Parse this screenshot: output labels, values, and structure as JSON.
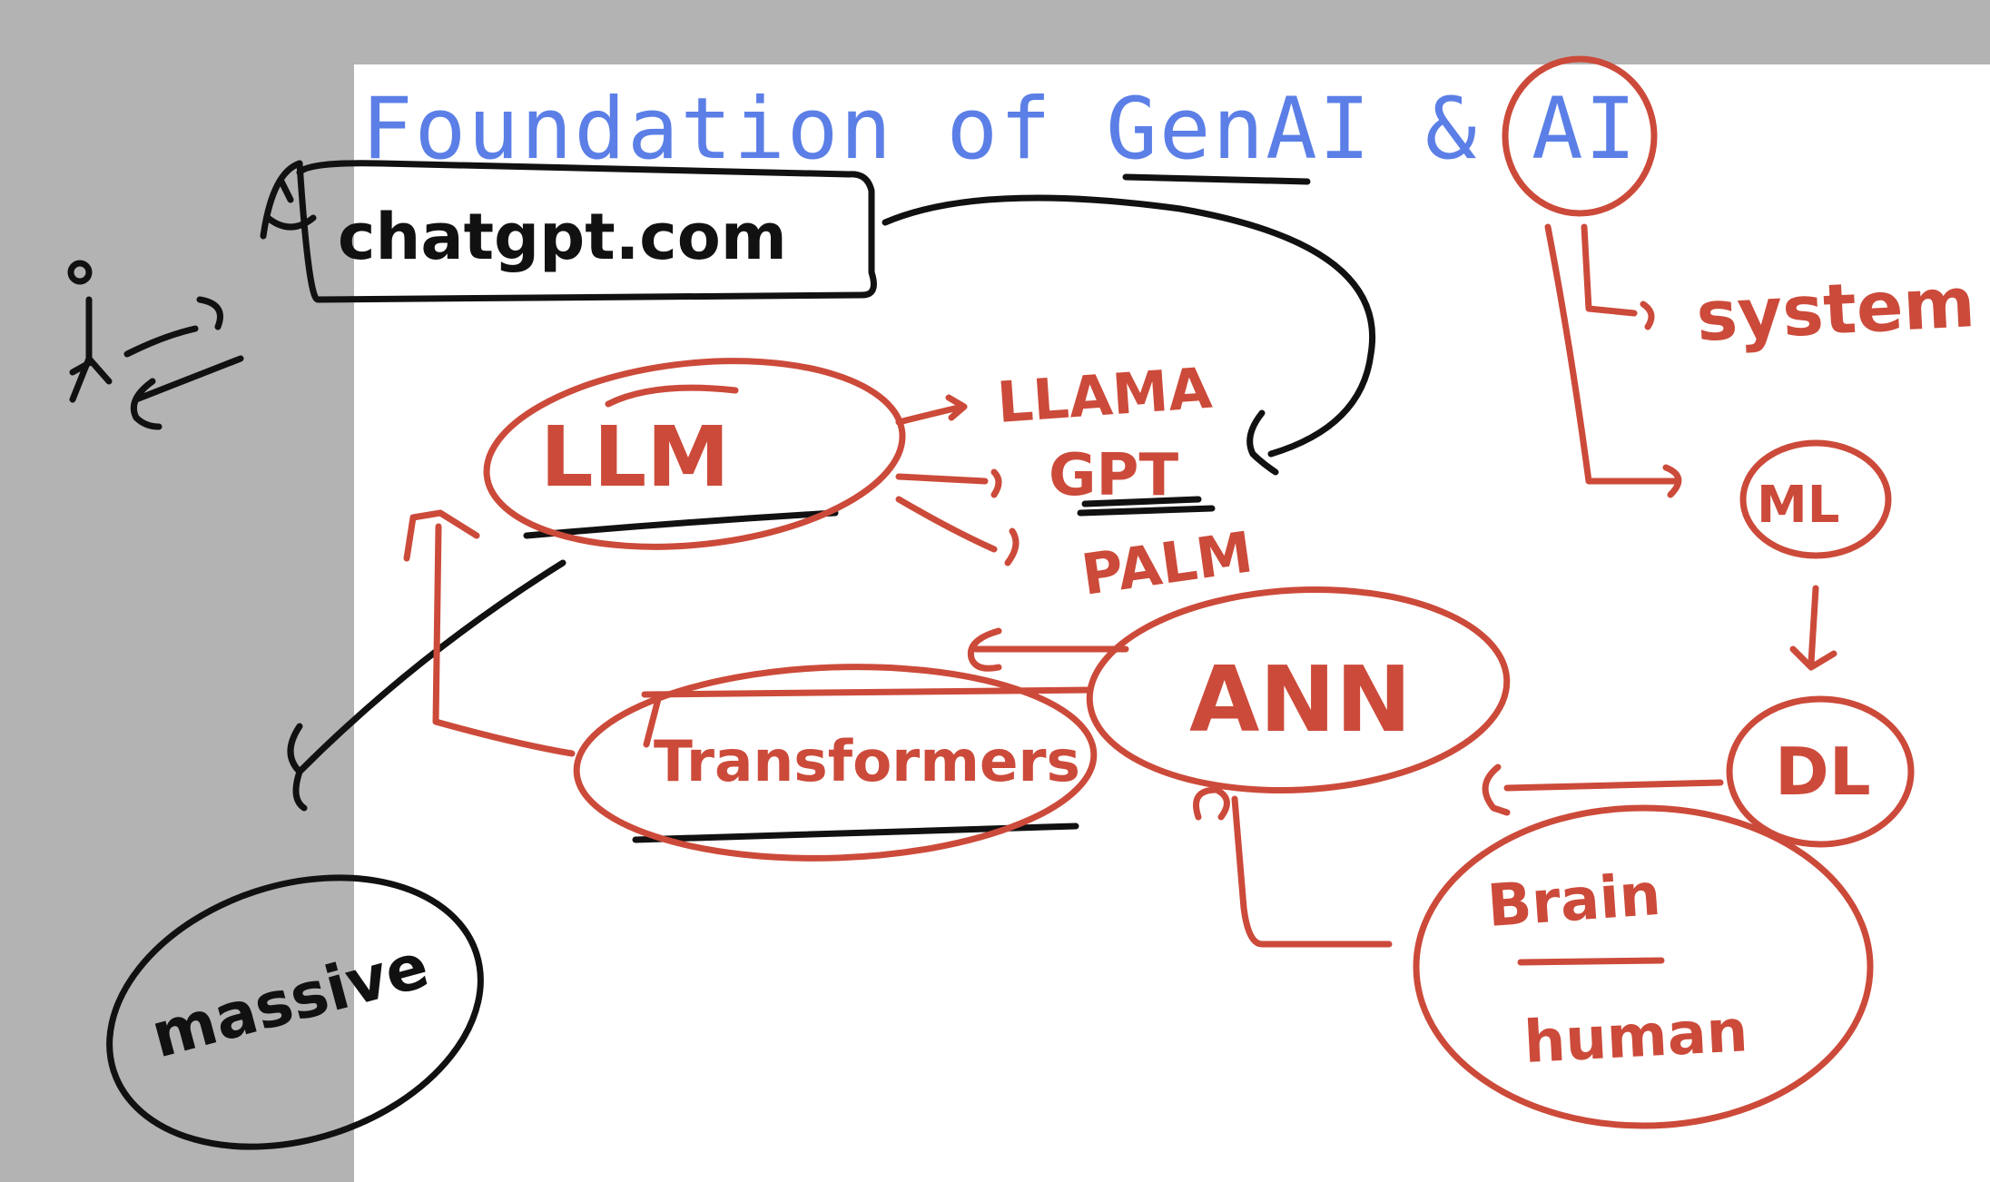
{
  "title": "Foundation of GenAI & AI",
  "colors": {
    "title": "#5b7fe6",
    "red_ink": "#cc4a3a",
    "black_ink": "#111111",
    "sidebar_gray": "#b3b3b3"
  },
  "nodes": {
    "chatgpt": "chatgpt.com",
    "llm": "LLM",
    "llama": "LLAMA",
    "gpt": "GPT",
    "palm": "PALM",
    "transformers": "Transformers",
    "ann": "ANN",
    "system": "system",
    "ml": "ML",
    "dl": "DL",
    "brain": "Brain",
    "human": "human",
    "massive": "massive"
  }
}
